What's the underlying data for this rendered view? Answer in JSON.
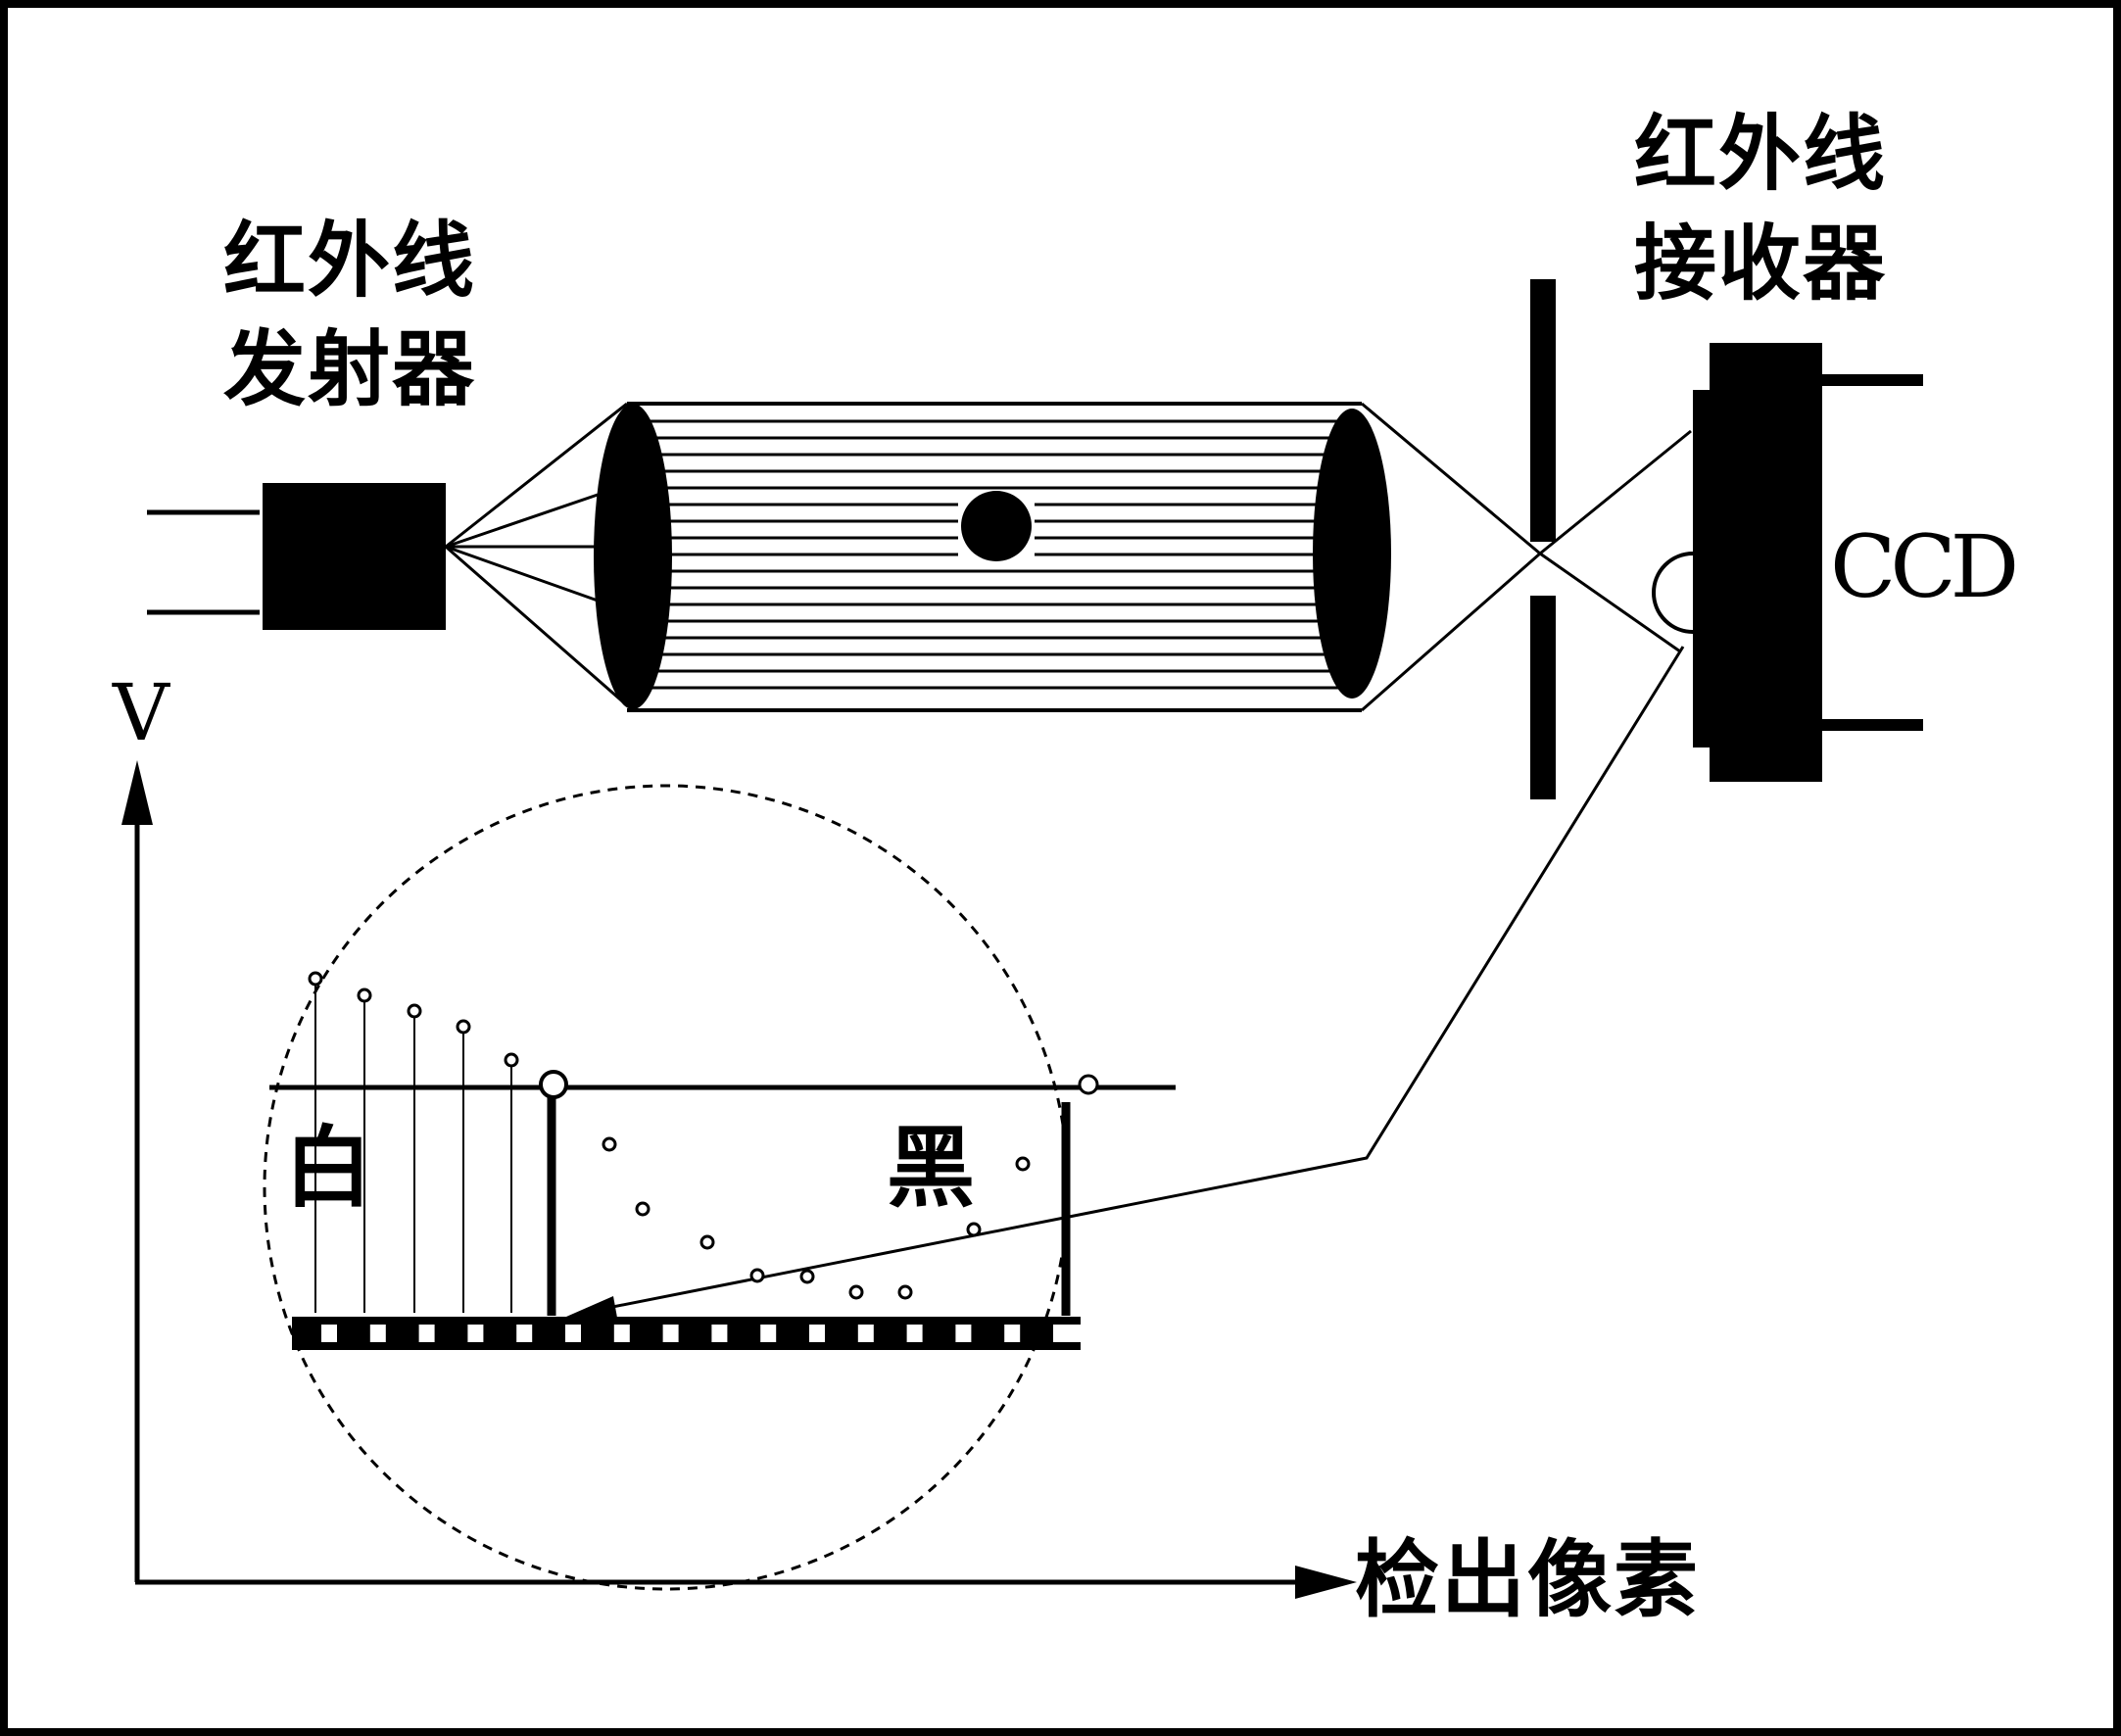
{
  "emitter": {
    "line1": "红外线",
    "line2": "发射器"
  },
  "receiver": {
    "line1": "红外线",
    "line2": "接收器"
  },
  "sensor_label": "CCD",
  "axis": {
    "y_label": "V",
    "x_label": "检出像素"
  },
  "regions": {
    "white": "白",
    "black": "黑"
  }
}
